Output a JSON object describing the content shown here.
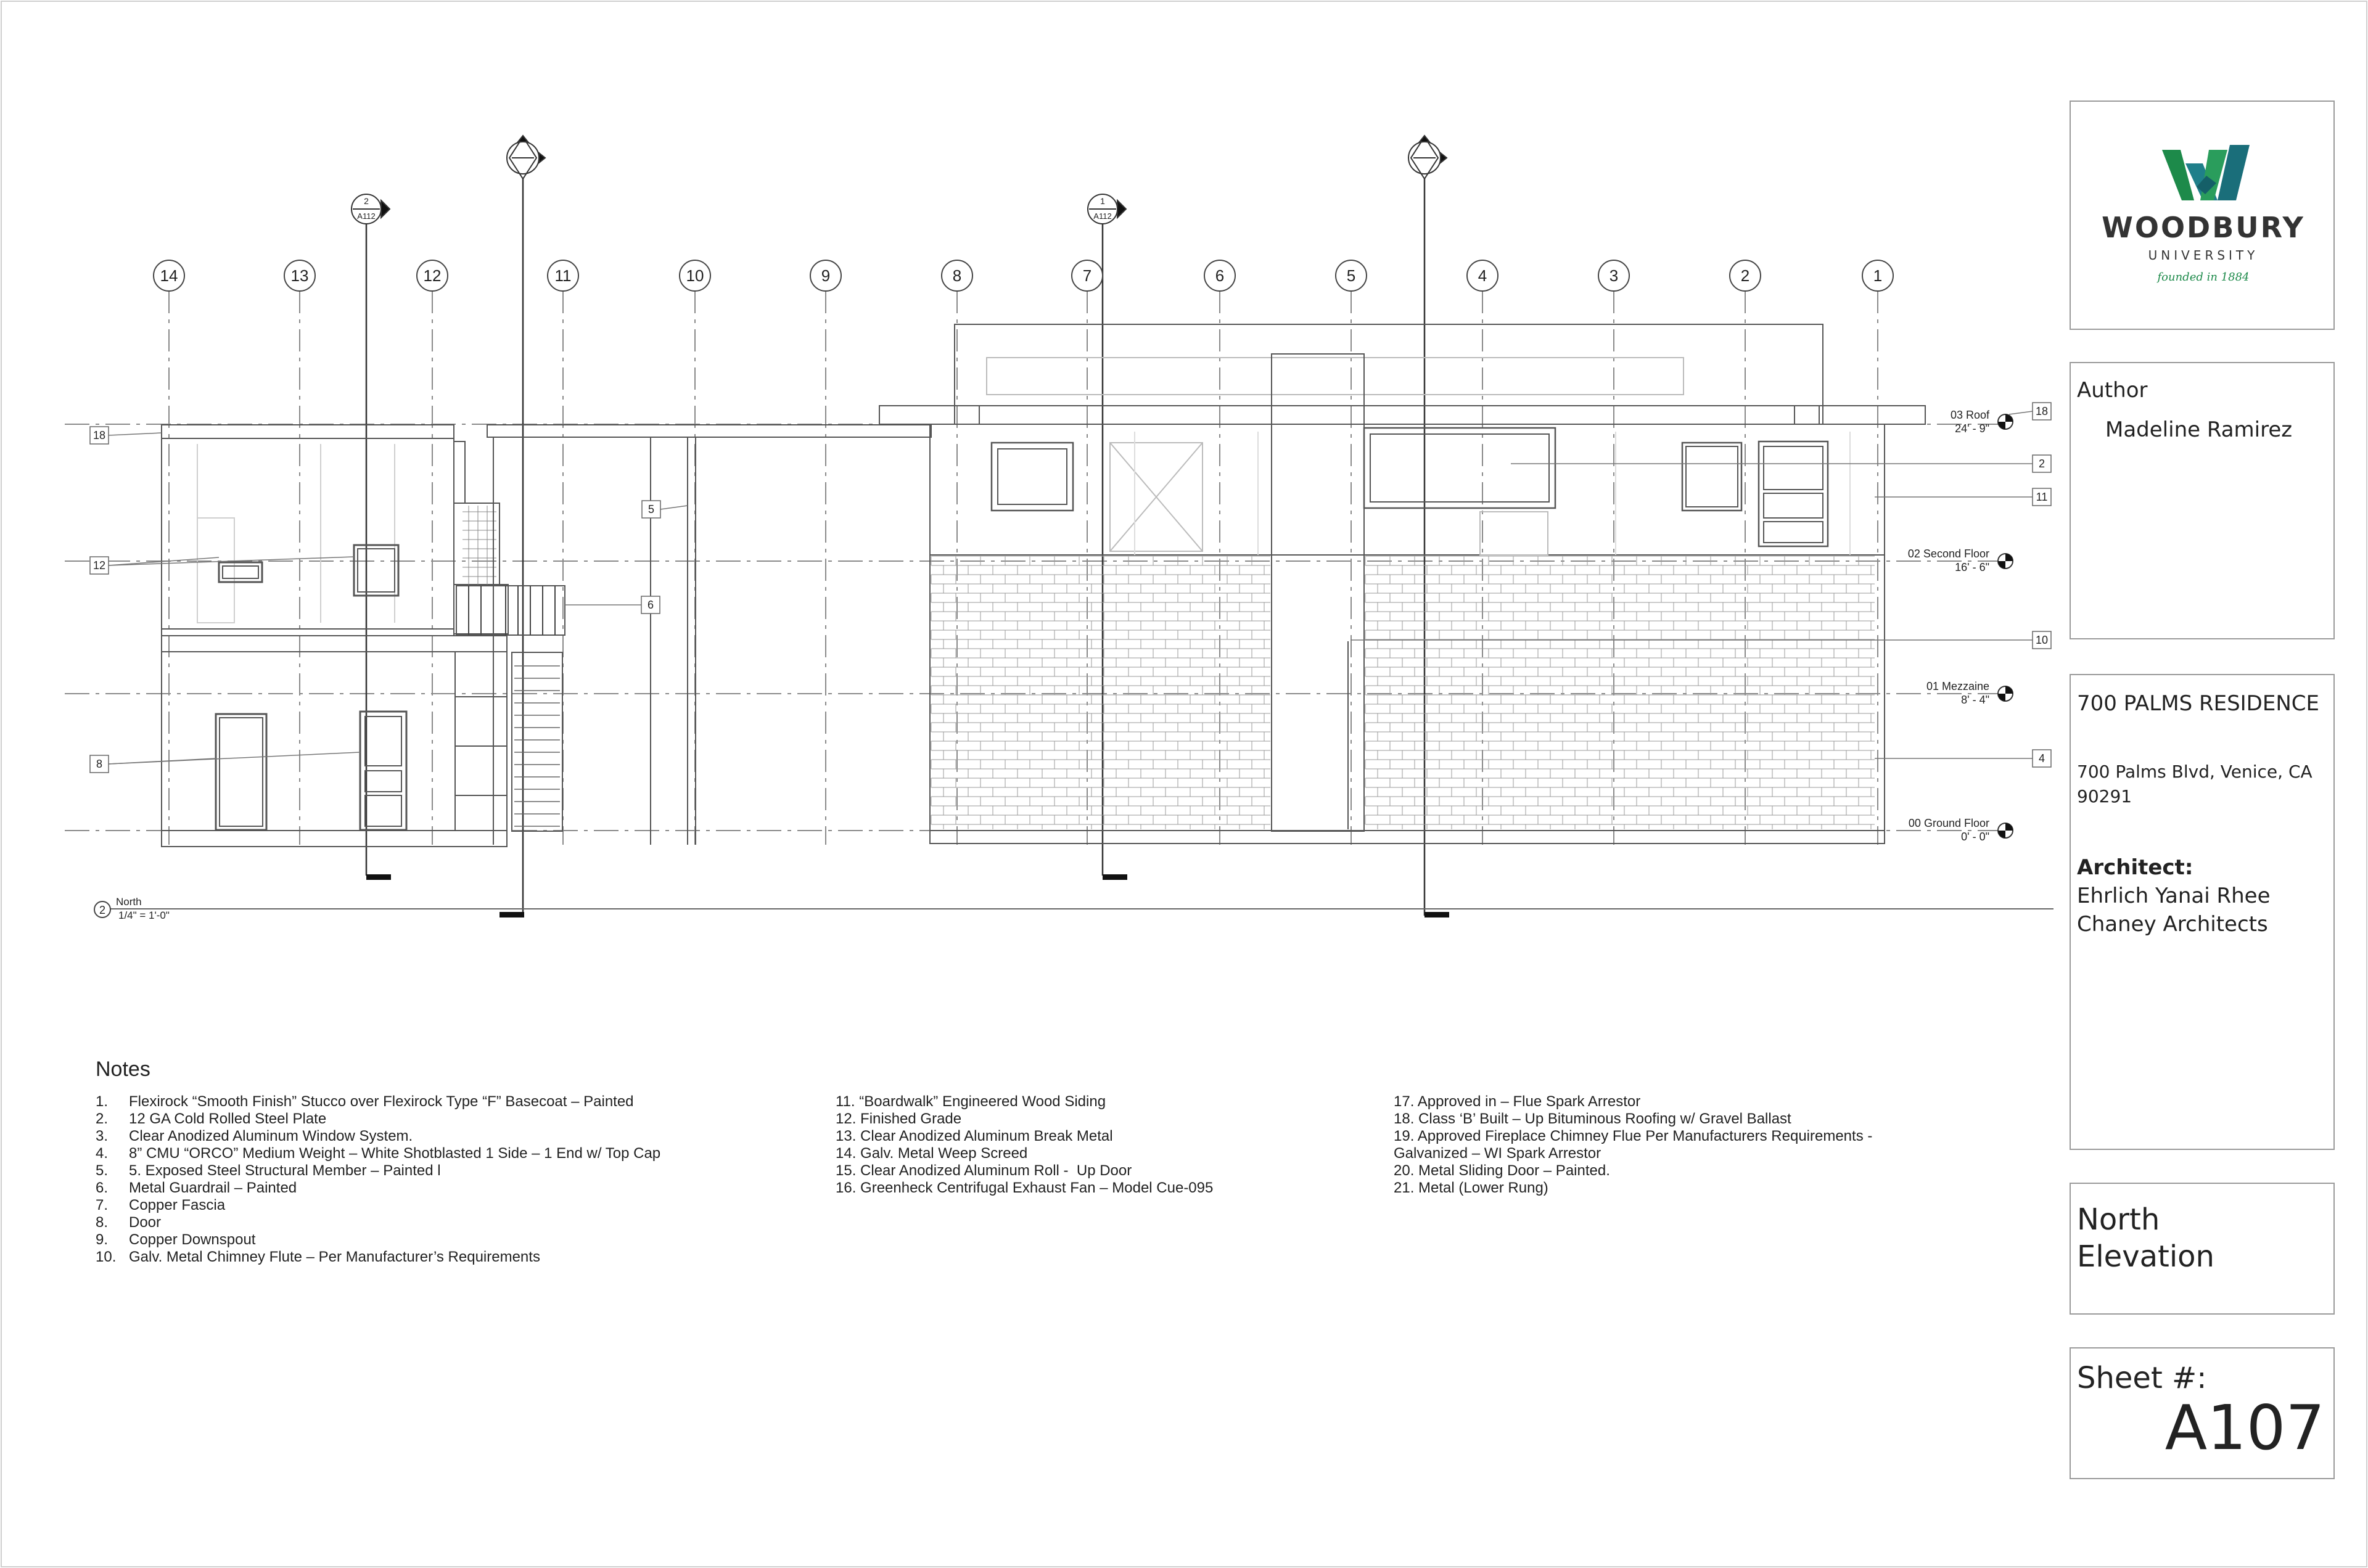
{
  "drawing": {
    "grid_labels": [
      "14",
      "13",
      "12",
      "11",
      "10",
      "9",
      "8",
      "7",
      "6",
      "5",
      "4",
      "3",
      "2",
      "1"
    ],
    "section_markers": [
      {
        "num": "2",
        "ref": "A112"
      },
      {
        "num": "1",
        "ref": "A112"
      }
    ],
    "elevation_markers": [
      {
        "name": "03  Roof",
        "elev": "24' - 9\""
      },
      {
        "name": "02 Second Floor",
        "elev": "16' - 6\""
      },
      {
        "name": "01 Mezzaine",
        "elev": "8' - 4\""
      },
      {
        "name": "00 Ground Floor",
        "elev": "0' - 0\""
      }
    ],
    "left_tags": [
      "18",
      "12",
      "8"
    ],
    "mid_tags": [
      "5",
      "6"
    ],
    "right_tags": [
      "18",
      "2",
      "11",
      "10",
      "4"
    ],
    "view_title": {
      "num": "2",
      "name": "North",
      "scale": "1/4\" = 1'-0\""
    }
  },
  "notes": {
    "title": "Notes",
    "col1": [
      {
        "n": "1.",
        "t": "Flexirock “Smooth Finish” Stucco over Flexirock Type “F” Basecoat – Painted"
      },
      {
        "n": "2.",
        "t": "12 GA Cold Rolled Steel Plate"
      },
      {
        "n": "3.",
        "t": "Clear Anodized Aluminum Window System."
      },
      {
        "n": "4.",
        "t": "8” CMU “ORCO” Medium Weight – White Shotblasted 1 Side – 1 End w/ Top Cap"
      },
      {
        "n": "5.",
        "t": "5. Exposed Steel Structural Member – Painted l"
      },
      {
        "n": "6.",
        "t": "Metal Guardrail – Painted"
      },
      {
        "n": "7.",
        "t": "Copper Fascia"
      },
      {
        "n": "8.",
        "t": "Door"
      },
      {
        "n": "9.",
        "t": "Copper Downspout"
      },
      {
        "n": "10.",
        "t": "Galv. Metal Chimney Flute – Per Manufacturer’s Requirements"
      }
    ],
    "col2": [
      "11. “Boardwalk” Engineered Wood Siding",
      "12. Finished Grade",
      "13. Clear Anodized Aluminum Break Metal",
      "14. Galv. Metal Weep Screed",
      "15. Clear Anodized Aluminum Roll -  Up Door",
      "16. Greenheck Centrifugal Exhaust Fan – Model Cue-095"
    ],
    "col3": [
      "17. Approved in – Flue Spark Arrestor",
      "18. Class ‘B’ Built – Up Bituminous Roofing w/ Gravel Ballast",
      "19. Approved Fireplace Chimney Flue Per Manufacturers Requirements -",
      "Galvanized – WI Spark Arrestor",
      "20. Metal Sliding Door – Painted.",
      "21. Metal (Lower Rung)"
    ]
  },
  "title_block": {
    "logo_word": "WOODBURY",
    "logo_sub": "UNIVERSITY",
    "logo_tag": "founded in 1884",
    "author_label": "Author",
    "author_name": "Madeline Ramirez",
    "project_name": "700 PALMS RESIDENCE",
    "address_line1": "700 Palms Blvd, Venice, CA",
    "address_line2": "90291",
    "architect_label": "Architect:",
    "architect_line1": "Ehrlich Yanai Rhee",
    "architect_line2": "Chaney Architects",
    "view_line1": "North",
    "view_line2": "Elevation",
    "sheet_label": "Sheet #:",
    "sheet_number": "A107"
  },
  "colors": {
    "line": "#555555",
    "light_line": "#aaaaaa",
    "logo_green": "#1d8a4a",
    "logo_teal": "#1f7f8a",
    "logo_text": "#333333"
  }
}
